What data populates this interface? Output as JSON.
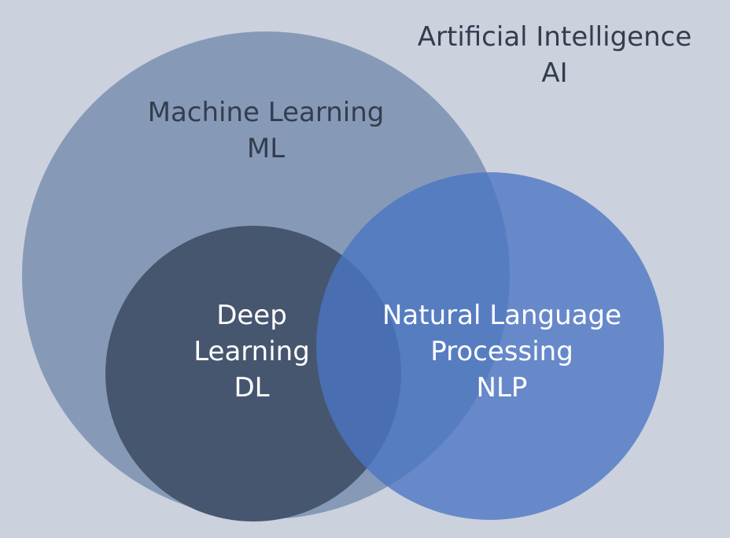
{
  "colors": {
    "background": "#cbd1dd",
    "ml_circle": "#8096b4",
    "dl_circle": "#46566f",
    "nlp_circle": "#4a75c4",
    "dark_text": "#333d4f",
    "light_text": "#ffffff"
  },
  "sets": {
    "ai": {
      "name": "Artificial Intelligence",
      "abbr": "AI"
    },
    "ml": {
      "name": "Machine Learning",
      "abbr": "ML"
    },
    "dl": {
      "name_line1": "Deep",
      "name_line2": "Learning",
      "abbr": "DL"
    },
    "nlp": {
      "name_line1": "Natural Language",
      "name_line2": "Processing",
      "abbr": "NLP"
    }
  }
}
